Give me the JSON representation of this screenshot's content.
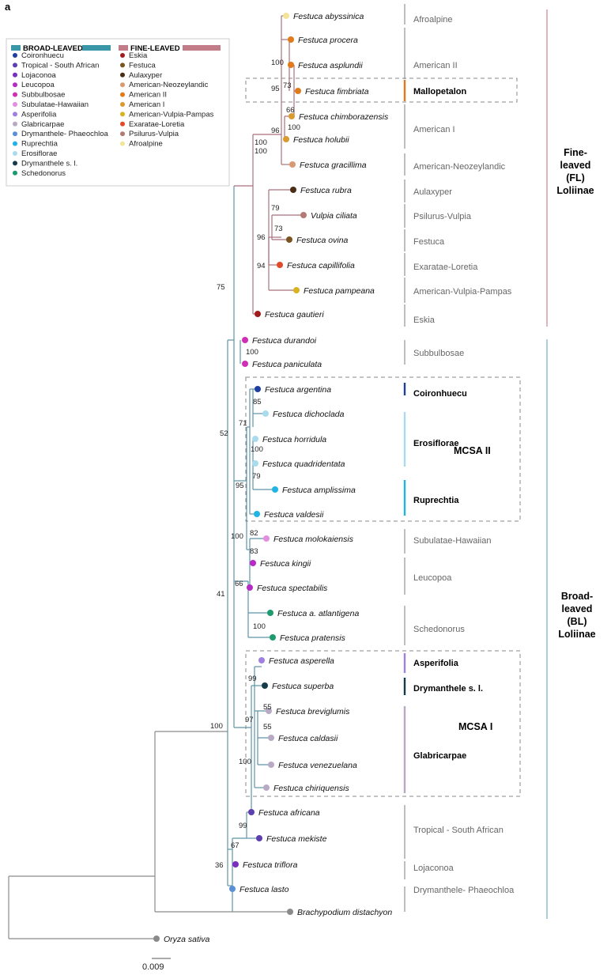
{
  "panel_label": "a",
  "scale_bar": "0.009",
  "colors": {
    "fine_branch": "#a9717e",
    "broad_branch": "#5e94a6",
    "outgroup_branch": "#8a8a8a",
    "fine_bar": "#cf8b95",
    "broad_bar": "#7fb7c7",
    "clade_line": "#888888"
  },
  "legend": {
    "broad_title": "BROAD-LEAVED",
    "fine_title": "FINE-LEAVED",
    "broad_items": [
      {
        "label": "Coironhuecu",
        "color": "#1f3f9f"
      },
      {
        "label": "Tropical - South African",
        "color": "#5d3fb0"
      },
      {
        "label": "Lojaconoa",
        "color": "#7b2fbf"
      },
      {
        "label": "Leucopoa",
        "color": "#b52bc4"
      },
      {
        "label": "Subbulbosae",
        "color": "#cf2fb5"
      },
      {
        "label": "Subulatae-Hawaiian",
        "color": "#e48ee0"
      },
      {
        "label": "Asperifolia",
        "color": "#9f7fe0"
      },
      {
        "label": "Glabricarpae",
        "color": "#b8aac4"
      },
      {
        "label": "Drymanthele- Phaeochloa",
        "color": "#5a8fd6"
      },
      {
        "label": "Ruprechtia",
        "color": "#20b3e6"
      },
      {
        "label": "Erosiflorae",
        "color": "#a8dbee"
      },
      {
        "label": "Drymanthele s. l.",
        "color": "#163b4a"
      },
      {
        "label": "Schedonorus",
        "color": "#1f9a6e"
      }
    ],
    "fine_items": [
      {
        "label": "Eskia",
        "color": "#a01c1c"
      },
      {
        "label": "Festuca",
        "color": "#7a5420"
      },
      {
        "label": "Aulaxyper",
        "color": "#4a2d12"
      },
      {
        "label": "American-Neozeylandic",
        "color": "#d89a72"
      },
      {
        "label": "American II",
        "color": "#e07a1a"
      },
      {
        "label": "American I",
        "color": "#d99a2f"
      },
      {
        "label": "American-Vulpia-Pampas",
        "color": "#d8b21f"
      },
      {
        "label": "Exaratae-Loretia",
        "color": "#e04a2a"
      },
      {
        "label": "Psilurus-Vulpia",
        "color": "#b27a73"
      },
      {
        "label": "Afroalpine",
        "color": "#f2e59a"
      }
    ]
  },
  "tips": [
    {
      "name": "Festuca abyssinica",
      "color": "#f2e59a"
    },
    {
      "name": "Festuca procera",
      "color": "#e07a1a"
    },
    {
      "name": "Festuca asplundii",
      "color": "#e07a1a"
    },
    {
      "name": "Festuca fimbriata",
      "color": "#e07a1a"
    },
    {
      "name": "Festuca chimborazensis",
      "color": "#d99a2f"
    },
    {
      "name": "Festuca holubii",
      "color": "#d99a2f"
    },
    {
      "name": "Festuca gracillima",
      "color": "#d89a72"
    },
    {
      "name": "Festuca rubra",
      "color": "#4a2d12"
    },
    {
      "name": "Vulpia ciliata",
      "color": "#b27a73"
    },
    {
      "name": "Festuca ovina",
      "color": "#7a5420"
    },
    {
      "name": "Festuca capillifolia",
      "color": "#e04a2a"
    },
    {
      "name": "Festuca pampeana",
      "color": "#d8b21f"
    },
    {
      "name": "Festuca gautieri",
      "color": "#a01c1c"
    },
    {
      "name": "Festuca durandoi",
      "color": "#cf2fb5"
    },
    {
      "name": "Festuca paniculata",
      "color": "#cf2fb5"
    },
    {
      "name": "Festuca argentina",
      "color": "#1f3f9f"
    },
    {
      "name": "Festuca dichoclada",
      "color": "#a8dbee"
    },
    {
      "name": "Festuca horridula",
      "color": "#a8dbee"
    },
    {
      "name": "Festuca quadridentata",
      "color": "#a8dbee"
    },
    {
      "name": "Festuca amplissima",
      "color": "#20b3e6"
    },
    {
      "name": "Festuca valdesii",
      "color": "#20b3e6"
    },
    {
      "name": "Festuca molokaiensis",
      "color": "#e48ee0"
    },
    {
      "name": "Festuca kingii",
      "color": "#b52bc4"
    },
    {
      "name": "Festuca spectabilis",
      "color": "#b52bc4"
    },
    {
      "name": "Festuca a. atlantigena",
      "color": "#1f9a6e"
    },
    {
      "name": "Festuca pratensis",
      "color": "#1f9a6e"
    },
    {
      "name": "Festuca asperella",
      "color": "#9f7fe0"
    },
    {
      "name": "Festuca superba",
      "color": "#163b4a"
    },
    {
      "name": "Festuca breviglumis",
      "color": "#b8aac4"
    },
    {
      "name": "Festuca caldasii",
      "color": "#b8aac4"
    },
    {
      "name": "Festuca venezuelana",
      "color": "#b8aac4"
    },
    {
      "name": "Festuca chiriquensis",
      "color": "#b8aac4"
    },
    {
      "name": "Festuca africana",
      "color": "#5d3fb0"
    },
    {
      "name": "Festuca mekiste",
      "color": "#5d3fb0"
    },
    {
      "name": "Festuca triflora",
      "color": "#7b2fbf"
    },
    {
      "name": "Festuca lasto",
      "color": "#5a8fd6"
    },
    {
      "name": "Brachypodium distachyon",
      "color": "#8a8a8a"
    },
    {
      "name": "Oryza sativa",
      "color": "#8a8a8a"
    }
  ],
  "support_values": [
    "100",
    "95",
    "73",
    "66",
    "100",
    "96",
    "100",
    "79",
    "73",
    "96",
    "94",
    "100",
    "75",
    "100",
    "85",
    "71",
    "100",
    "79",
    "95",
    "82",
    "100",
    "83",
    "66",
    "100",
    "52",
    "41",
    "99",
    "55",
    "97",
    "55",
    "100",
    "99",
    "67",
    "36",
    "100"
  ],
  "clades": [
    {
      "label": "Afroalpine",
      "bold": false
    },
    {
      "label": "American II",
      "bold": false
    },
    {
      "label": "Mallopetalon",
      "bold": true,
      "color": "#e07a1a"
    },
    {
      "label": "American I",
      "bold": false
    },
    {
      "label": "American-Neozeylandic",
      "bold": false
    },
    {
      "label": "Aulaxyper",
      "bold": false
    },
    {
      "label": "Psilurus-Vulpia",
      "bold": false
    },
    {
      "label": "Festuca",
      "bold": false
    },
    {
      "label": "Exaratae-Loretia",
      "bold": false
    },
    {
      "label": "American-Vulpia-Pampas",
      "bold": false
    },
    {
      "label": "Eskia",
      "bold": false
    },
    {
      "label": "Subbulbosae",
      "bold": false
    },
    {
      "label": "Coironhuecu",
      "bold": true,
      "color": "#1f3f9f"
    },
    {
      "label": "Erosiflorae",
      "bold": true,
      "color": "#a8dbee"
    },
    {
      "label": "Ruprechtia",
      "bold": true,
      "color": "#20b3e6"
    },
    {
      "label": "Subulatae-Hawaiian",
      "bold": false
    },
    {
      "label": "Leucopoa",
      "bold": false
    },
    {
      "label": "Schedonorus",
      "bold": false
    },
    {
      "label": "Asperifolia",
      "bold": true,
      "color": "#9f7fe0"
    },
    {
      "label": "Drymanthele s. l.",
      "bold": true,
      "color": "#163b4a"
    },
    {
      "label": "Glabricarpae",
      "bold": true,
      "color": "#b8aac4"
    },
    {
      "label": "Tropical - South African",
      "bold": false
    },
    {
      "label": "Lojaconoa",
      "bold": false
    },
    {
      "label": "Drymanthele- Phaeochloa",
      "bold": false
    }
  ],
  "mcsa": [
    "MCSA II",
    "MCSA I"
  ],
  "groups": {
    "fine": [
      "Fine-",
      "leaved",
      "(FL)",
      "Loliinae"
    ],
    "broad": [
      "Broad-",
      "leaved",
      "(BL)",
      "Loliinae"
    ]
  }
}
